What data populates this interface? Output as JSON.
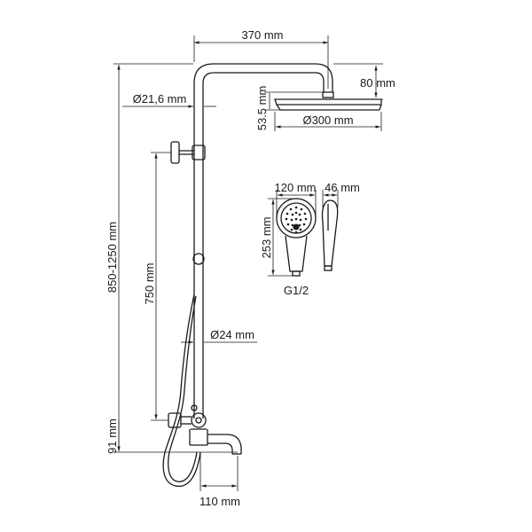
{
  "dimensions": {
    "arm_length": "370 mm",
    "head_height": "80 mm",
    "head_thickness": "53.5 mm",
    "head_diameter": "Ø300 mm",
    "pipe_top_diameter": "Ø21,6 mm",
    "overall_height": "850-1250 mm",
    "slide_height": "750 mm",
    "pipe_bottom_diameter": "Ø24 mm",
    "inlet_height": "91 mm",
    "spout_length": "110 mm",
    "hand_width": "120 mm",
    "hand_depth": "46 mm",
    "hand_length": "253 mm",
    "thread": "G1/2"
  }
}
